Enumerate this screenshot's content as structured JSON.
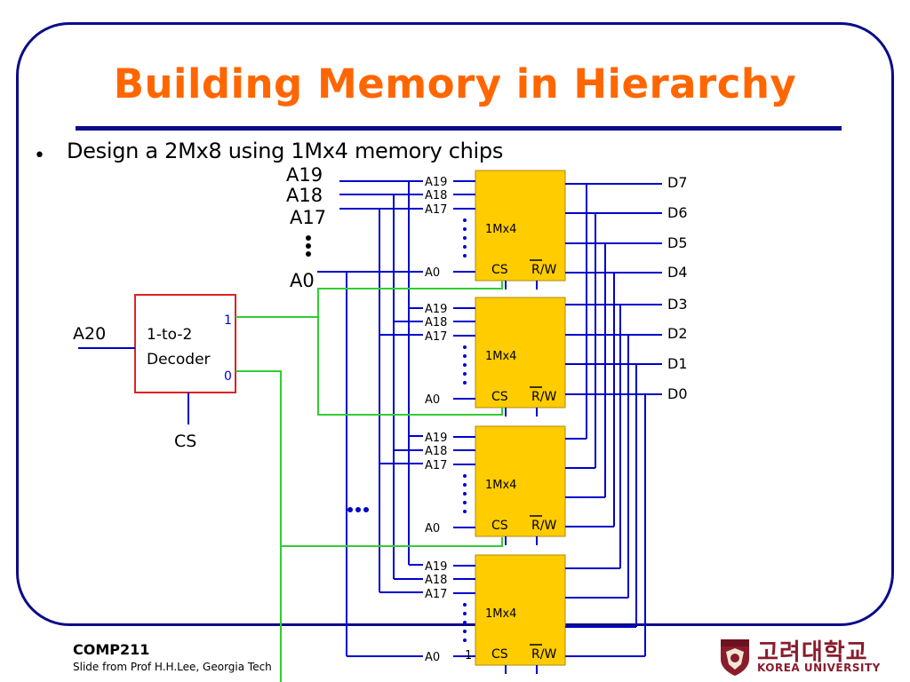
{
  "slide": {
    "title": "Building Memory in Hierarchy",
    "bullet": "Design a 2Mx8 using 1Mx4 memory chips"
  },
  "diagram": {
    "address_labels": [
      "A19",
      "A18",
      "A17",
      "A0"
    ],
    "chip_pin_labels": [
      "A19",
      "A18",
      "A17",
      "A0"
    ],
    "chip_label": "1Mx4",
    "chip_cs_label": "CS",
    "chip_rw_label": "R/W",
    "chip_count": 4,
    "data_labels": [
      "D7",
      "D6",
      "D5",
      "D4",
      "D3",
      "D2",
      "D1",
      "D0"
    ],
    "decoder": {
      "title_line1": "1-to-2",
      "title_line2": "Decoder",
      "input": "A20",
      "enable": "CS",
      "out1": "1",
      "out0": "0"
    },
    "ellipsis": "•••",
    "bottom_note": "1"
  },
  "footer": {
    "course": "COMP211",
    "credit": "Slide from Prof H.H.Lee, Georgia Tech"
  },
  "logo": {
    "korean": "고려대학교",
    "english": "KOREA UNIVERSITY"
  },
  "colors": {
    "title": "#ff6600",
    "frame": "#0b0b8a",
    "wire": "#0000cc",
    "cs_wire": "#33cc33",
    "chip_fill": "#ffcc00",
    "decoder_border": "#dd2222"
  }
}
